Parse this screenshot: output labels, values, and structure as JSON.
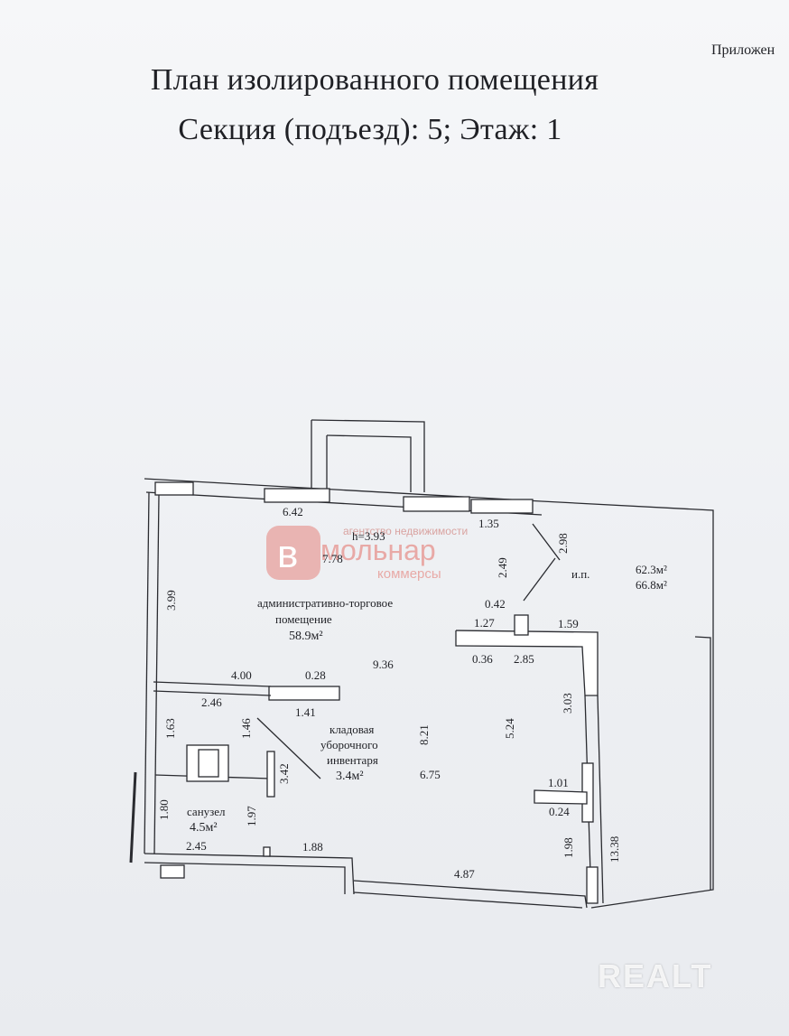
{
  "header": {
    "corner_note": "Приложен",
    "title_line1": "План изолированного помещения",
    "title_line2": "Секция (подъезд): 5;  Этаж: 1"
  },
  "watermark": {
    "agency_caption": "агентство недвижимости",
    "brand_name": "мольнар",
    "brand_sub": "коммерсы",
    "logo_letter": "в",
    "color": "#e8a9a6"
  },
  "rooms": {
    "main": {
      "name_line1": "административно-торговое",
      "name_line2": "помещение",
      "area": "58.9м²"
    },
    "storage": {
      "name_line1": "кладовая",
      "name_line2": "уборочного",
      "name_line3": "инвентаря",
      "area": "3.4м²"
    },
    "bathroom": {
      "name": "санузел",
      "area": "4.5м²"
    }
  },
  "totals": {
    "area_1": "62.3м²",
    "area_2": "66.8м²"
  },
  "height": "h=3.93",
  "dimensions": {
    "d642": "6.42",
    "d135": "1.35",
    "d298": "2.98",
    "d778": "7.78",
    "d249": "2.49",
    "d399": "3.99",
    "ip": "и.п.",
    "d042": "0.42",
    "d127": "1.27",
    "d159": "1.59",
    "d036": "0.36",
    "d285": "2.85",
    "d400": "4.00",
    "d028": "0.28",
    "d936": "9.36",
    "d246": "2.46",
    "d141": "1.41",
    "d163": "1.63",
    "d146": "1.46",
    "d821": "8.21",
    "d524": "5.24",
    "d303": "3.03",
    "d342": "3.42",
    "d675": "6.75",
    "d101": "1.01",
    "d024": "0.24",
    "d180": "1.80",
    "d197": "1.97",
    "d245": "2.45",
    "d188": "1.88",
    "d198": "1.98",
    "d1338": "13.38",
    "d487": "4.87"
  },
  "footer": {
    "brand": "REALT"
  }
}
